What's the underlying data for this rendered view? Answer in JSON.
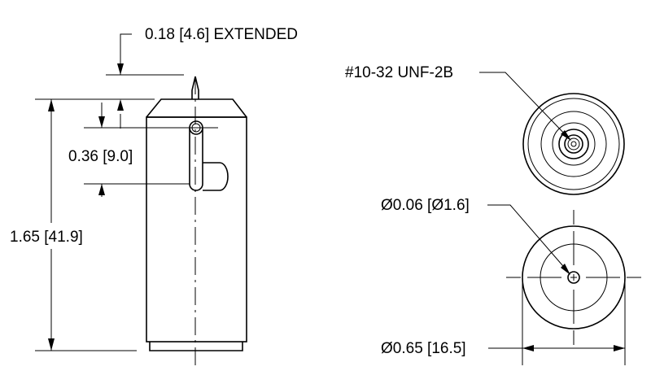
{
  "dimensions": {
    "extended": "0.18 [4.6] EXTENDED",
    "slot_depth": "0.36 [9.0]",
    "overall_length": "1.65 [41.9]",
    "thread": "#10-32 UNF-2B",
    "hole_diameter": "Ø0.06 [Ø1.6]",
    "body_diameter": "Ø0.65 [16.5]"
  },
  "colors": {
    "line": "#000000",
    "background": "#ffffff"
  }
}
